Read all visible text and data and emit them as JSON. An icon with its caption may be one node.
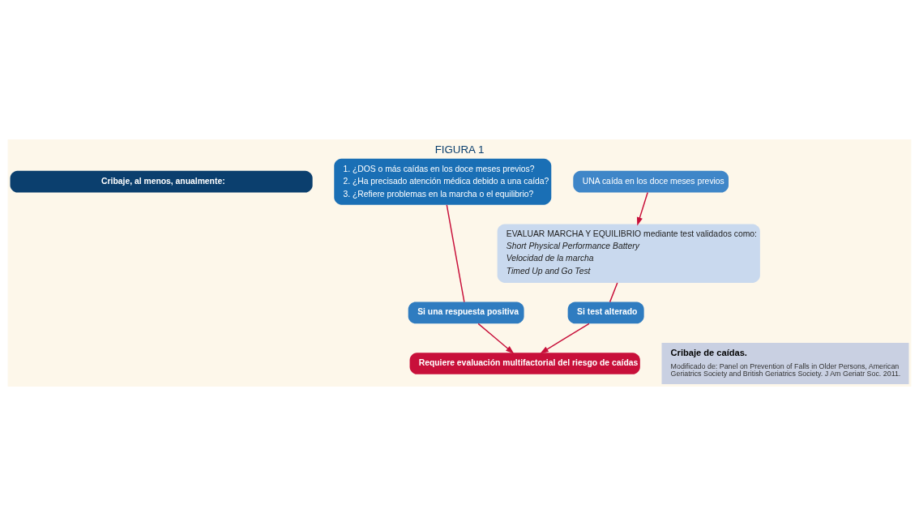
{
  "diagram": {
    "title": "FIGURA 1",
    "caption": "Cribaje de caídas.",
    "nodes": [
      {
        "text": [
          "Cribaje, al menos, anualmente:"
        ]
      },
      {
        "text": [
          "1. ¿DOS o más caídas en los doce meses previos?",
          "2. ¿Ha precisado atención médica debido a una caída?",
          "3. ¿Refiere problemas en la marcha o el equilibrio?"
        ]
      },
      {
        "text": [
          "UNA caída en los doce meses previos"
        ]
      },
      {
        "text": [
          "EVALUAR MARCHA Y EQUILIBRIO mediante test validados como:",
          "Short Physical Performance Battery",
          "Velocidad de la marcha",
          "Timed Up and Go Test"
        ]
      },
      {
        "text": [
          "Si una respuesta positiva"
        ]
      },
      {
        "text": [
          "Si test alterado"
        ]
      },
      {
        "text": [
          "Requiere evaluación multifactorial del riesgo de caídas"
        ]
      }
    ],
    "edges": [
      {
        "from": 2,
        "to": 3,
        "arrow": "to"
      },
      {
        "from": 1,
        "to": 4,
        "arrow": "none"
      },
      {
        "from": 3,
        "to": 5,
        "arrow": "none"
      },
      {
        "from": 4,
        "to": 6,
        "arrow": "to"
      },
      {
        "from": 5,
        "to": 6,
        "arrow": "to"
      }
    ],
    "labels": [
      "Modificado de: Panel on Prevention of Falls in Older Persons, American Geriatrics Society and British Geriatrics Society. J Am Geriatr Soc. 2011."
    ]
  }
}
